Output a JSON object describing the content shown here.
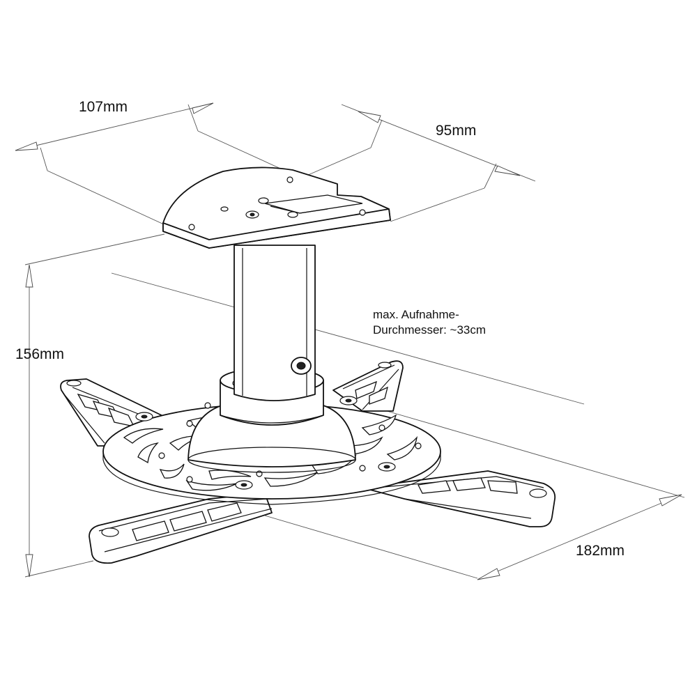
{
  "dimensions": {
    "plate_width": "107mm",
    "plate_depth": "95mm",
    "height": "156mm",
    "arm_span": "182mm"
  },
  "note": {
    "line1": "max. Aufnahme-",
    "line2": "Durchmesser: ~33cm"
  },
  "colors": {
    "line": "#111111",
    "dimension_line": "#555555",
    "background": "#ffffff"
  }
}
